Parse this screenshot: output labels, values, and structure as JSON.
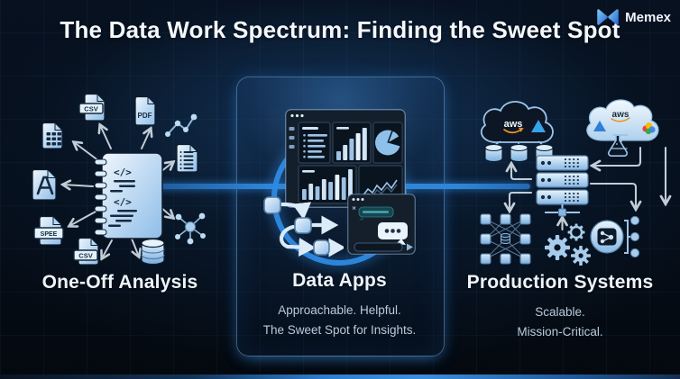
{
  "header": {
    "title": "The Data Work Spectrum: Finding the Sweet Spot"
  },
  "brand": {
    "name": "Memex"
  },
  "left": {
    "label": "One-Off Analysis",
    "notebook_code_glyph": "</>",
    "files": {
      "csv_top": "CSV",
      "pdf_top": "PDF",
      "spee": "SPEE",
      "csv_bottom": "CSV"
    }
  },
  "center": {
    "label": "Data Apps",
    "subtitle1": "Approachable. Helpful.",
    "subtitle2": "The Sweet Spot for Insights."
  },
  "right": {
    "label": "Production Systems",
    "subtitle1": "Scalable.",
    "subtitle2": "Mission-Critical.",
    "cloud_left_label": "aws",
    "cloud_right_label": "aws"
  },
  "colors": {
    "accent": "#2f8fe8",
    "spectrum_line": "#2e7ecf",
    "icon_light": "#cfe4f6",
    "arrow_grey": "#c2ccd6"
  }
}
